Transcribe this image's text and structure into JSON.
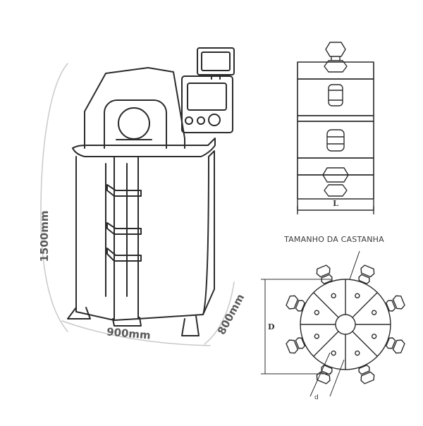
{
  "machine": {
    "height_label": "1500mm",
    "width_label": "900mm",
    "depth_label": "800mm"
  },
  "detail": {
    "length_label": "L",
    "die_size_title": "TAMANHO DA CASTANHA",
    "diameter_label": "D",
    "die_width_label": "d"
  },
  "colors": {
    "stroke": "#2b2b2b",
    "accent": "#c9c9c9",
    "text": "#5a5a5a"
  }
}
